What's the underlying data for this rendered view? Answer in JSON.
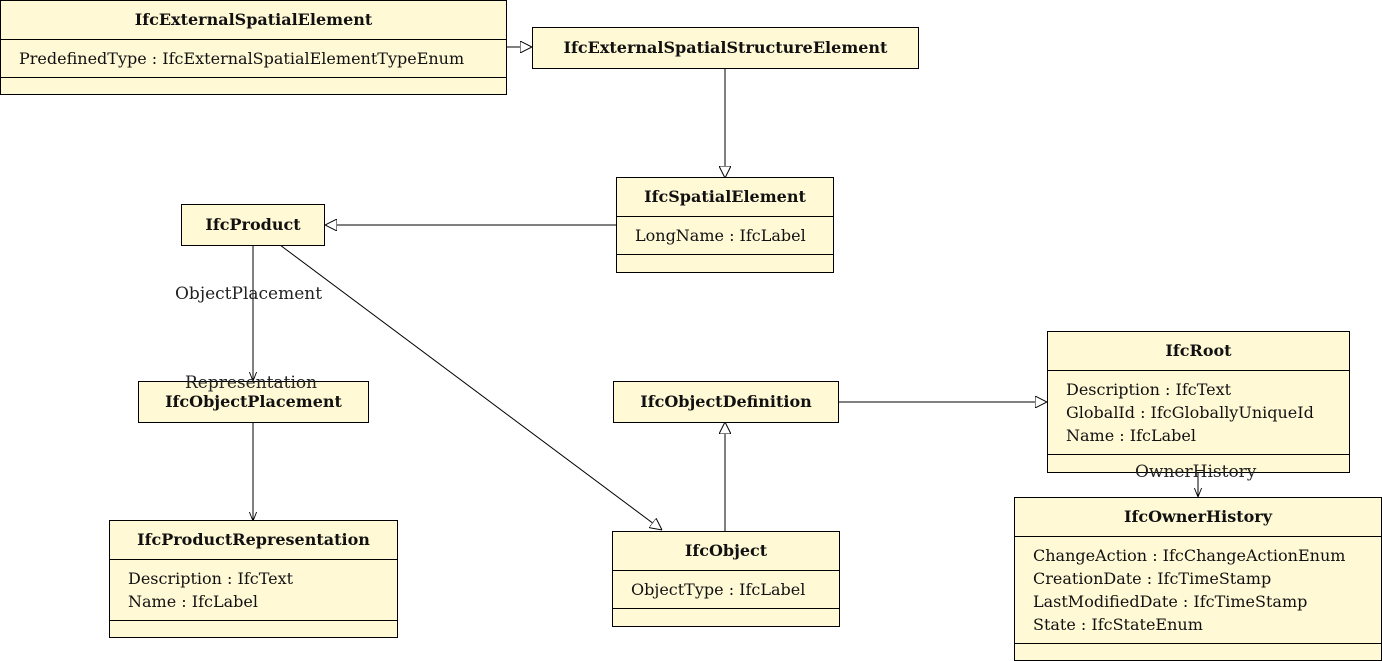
{
  "classes": {
    "ext_spatial_element": {
      "name": "IfcExternalSpatialElement",
      "attrs": [
        "PredefinedType : IfcExternalSpatialElementTypeEnum"
      ]
    },
    "ext_spatial_structure_element": {
      "name": "IfcExternalSpatialStructureElement",
      "attrs": []
    },
    "spatial_element": {
      "name": "IfcSpatialElement",
      "attrs": [
        "LongName : IfcLabel"
      ]
    },
    "product": {
      "name": "IfcProduct",
      "attrs": []
    },
    "object_placement": {
      "name": "IfcObjectPlacement",
      "attrs": []
    },
    "product_representation": {
      "name": "IfcProductRepresentation",
      "attrs": [
        "Description : IfcText",
        "Name : IfcLabel"
      ]
    },
    "object_definition": {
      "name": "IfcObjectDefinition",
      "attrs": []
    },
    "object": {
      "name": "IfcObject",
      "attrs": [
        "ObjectType : IfcLabel"
      ]
    },
    "root": {
      "name": "IfcRoot",
      "attrs": [
        "Description : IfcText",
        "GlobalId : IfcGloballyUniqueId",
        "Name : IfcLabel"
      ]
    },
    "owner_history": {
      "name": "IfcOwnerHistory",
      "attrs": [
        "ChangeAction : IfcChangeActionEnum",
        "CreationDate : IfcTimeStamp",
        "LastModifiedDate : IfcTimeStamp",
        "State : IfcStateEnum"
      ]
    }
  },
  "edge_labels": {
    "object_placement": "ObjectPlacement",
    "representation": "Representation",
    "owner_history": "OwnerHistory"
  },
  "colors": {
    "class_fill": "#fff9d6",
    "stroke": "#000000"
  }
}
